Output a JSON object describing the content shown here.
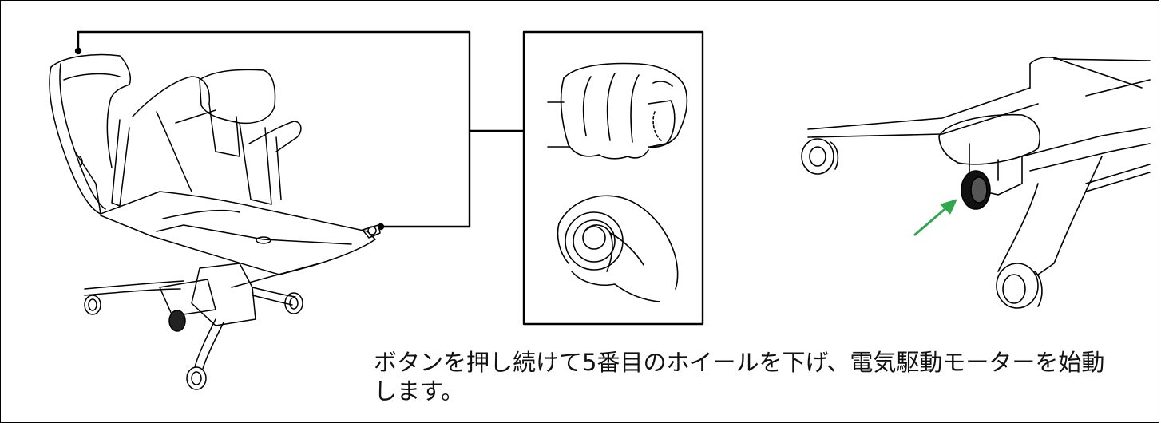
{
  "caption": {
    "text": "ボタンを押し続けて5番目のホイールを下げ、電気駆動モーターを始動します。"
  },
  "icons": {
    "chair": "delivery-chair-illustration",
    "fist": "hand-fist-illustration",
    "press": "hand-press-button-illustration",
    "wheel_detail": "fifth-wheel-detail-illustration",
    "arrow": "indicator-arrow"
  },
  "colors": {
    "line": "#000000",
    "arrow": "#2ea84f"
  }
}
